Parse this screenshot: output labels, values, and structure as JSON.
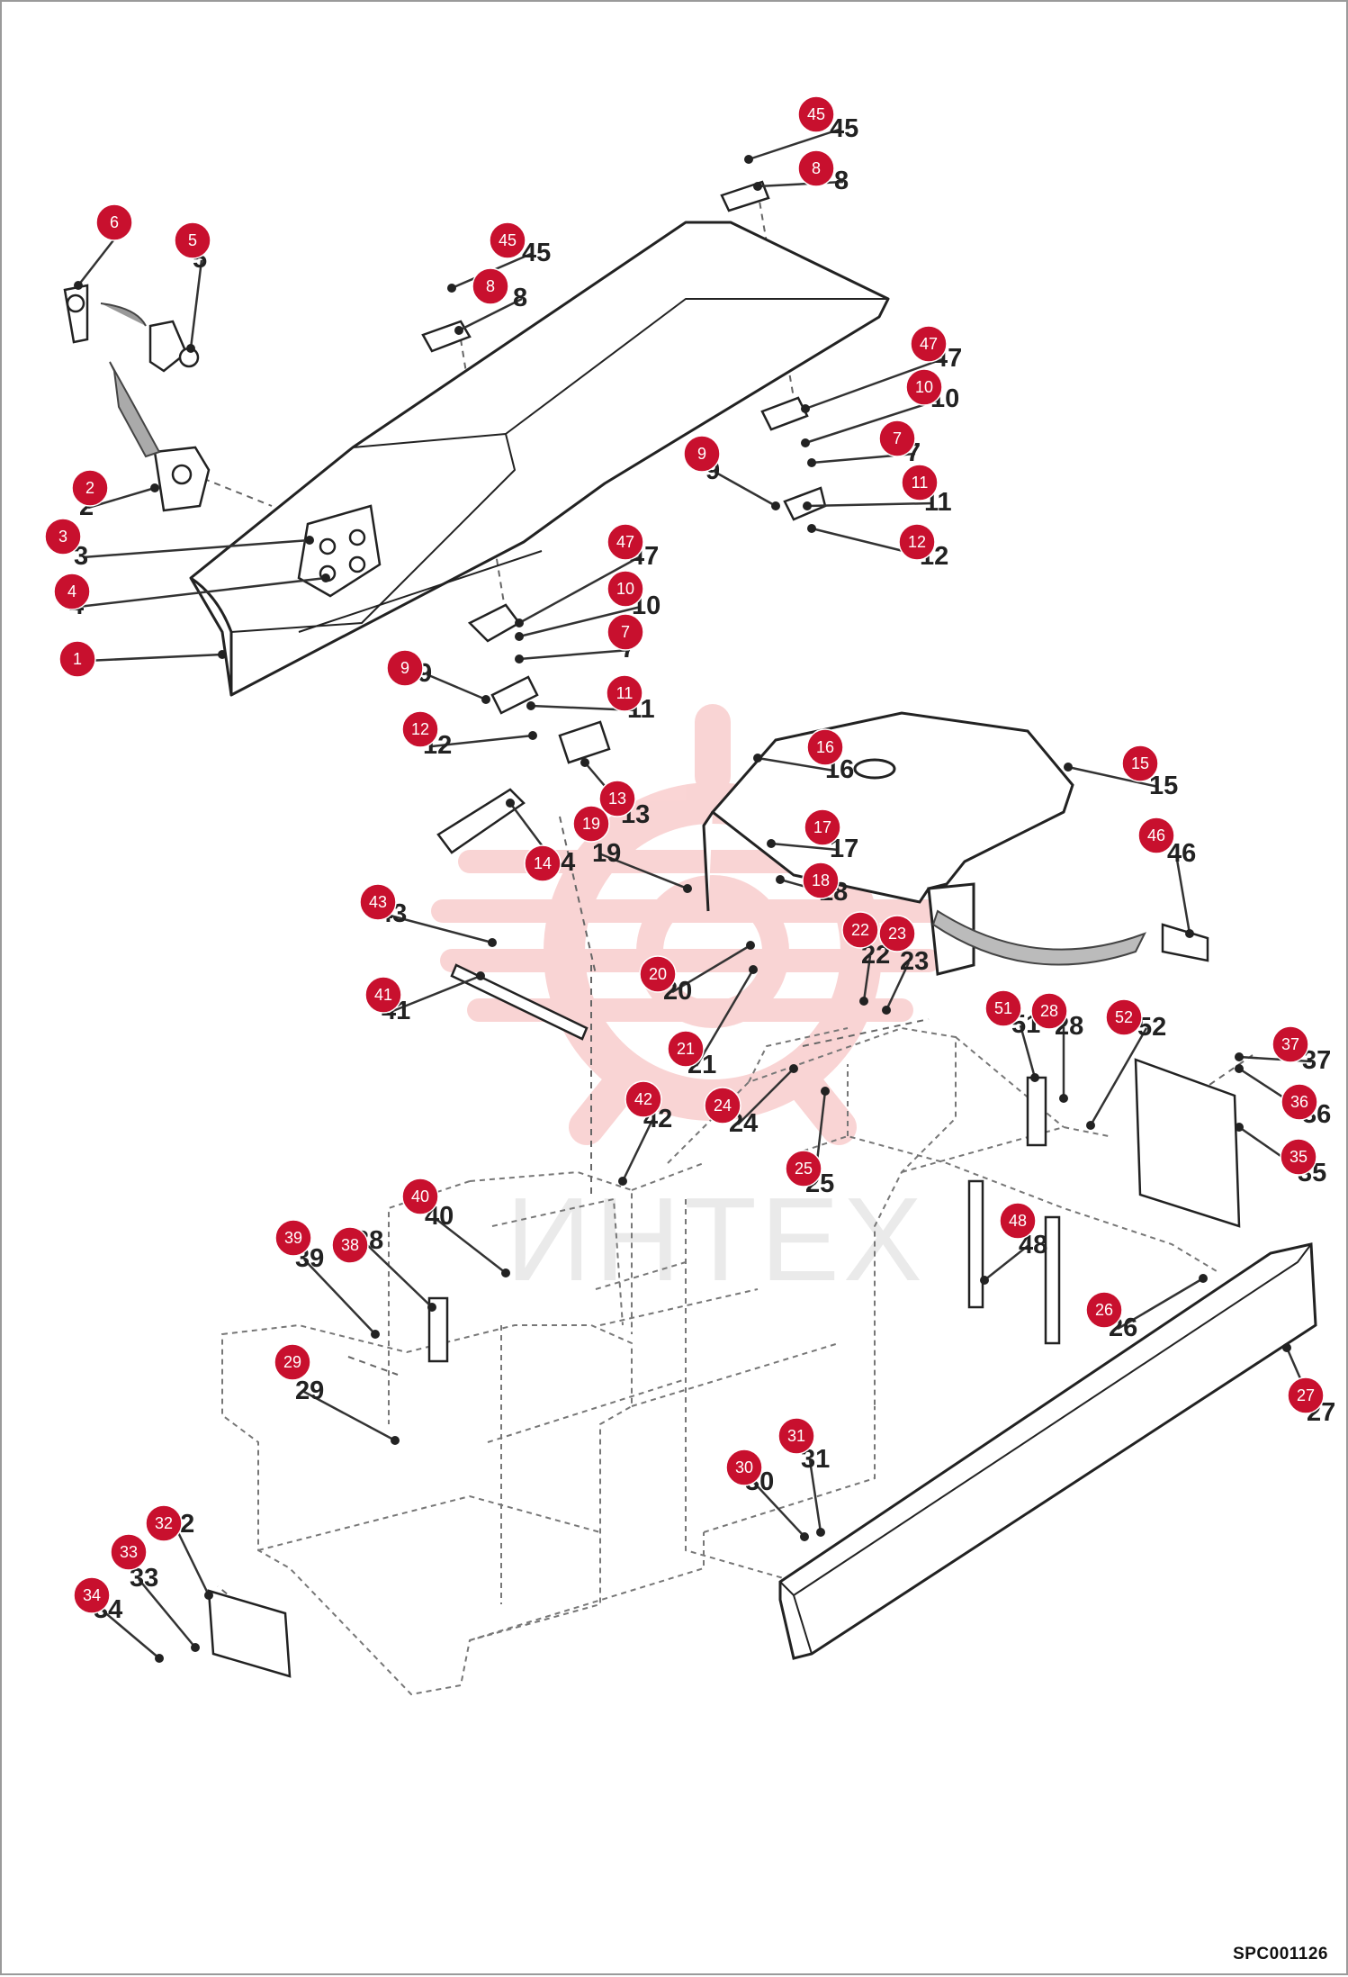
{
  "watermark": {
    "text": "ИНТЕХ",
    "color": "#e8413f"
  },
  "accent_color": "#c8102e",
  "footer": {
    "code": "SPC001126"
  },
  "callouts": [
    {
      "n": "45",
      "ref": "45"
    },
    {
      "n": "8",
      "ref": "8"
    },
    {
      "n": "6",
      "ref": "6"
    },
    {
      "n": "5",
      "ref": "5"
    },
    {
      "n": "45",
      "ref": "45"
    },
    {
      "n": "8",
      "ref": "8"
    },
    {
      "n": "47",
      "ref": "47"
    },
    {
      "n": "10",
      "ref": "10"
    },
    {
      "n": "9",
      "ref": "9"
    },
    {
      "n": "7",
      "ref": "7"
    },
    {
      "n": "2",
      "ref": "2"
    },
    {
      "n": "11",
      "ref": "11"
    },
    {
      "n": "3",
      "ref": "3"
    },
    {
      "n": "12",
      "ref": "12"
    },
    {
      "n": "4",
      "ref": "4"
    },
    {
      "n": "47",
      "ref": "47"
    },
    {
      "n": "10",
      "ref": "10"
    },
    {
      "n": "7",
      "ref": "7"
    },
    {
      "n": "1",
      "ref": "1"
    },
    {
      "n": "9",
      "ref": "9"
    },
    {
      "n": "11",
      "ref": "11"
    },
    {
      "n": "12",
      "ref": "12"
    },
    {
      "n": "16",
      "ref": "16"
    },
    {
      "n": "15",
      "ref": "15"
    },
    {
      "n": "13",
      "ref": "13"
    },
    {
      "n": "17",
      "ref": "17"
    },
    {
      "n": "19",
      "ref": "19"
    },
    {
      "n": "46",
      "ref": "46"
    },
    {
      "n": "14",
      "ref": "14"
    },
    {
      "n": "18",
      "ref": "18"
    },
    {
      "n": "43",
      "ref": "43"
    },
    {
      "n": "22",
      "ref": "22"
    },
    {
      "n": "23",
      "ref": "23"
    },
    {
      "n": "20",
      "ref": "20"
    },
    {
      "n": "41",
      "ref": "41"
    },
    {
      "n": "21",
      "ref": "21"
    },
    {
      "n": "51",
      "ref": "51"
    },
    {
      "n": "28",
      "ref": "28"
    },
    {
      "n": "52",
      "ref": "52"
    },
    {
      "n": "37",
      "ref": "37"
    },
    {
      "n": "42",
      "ref": "42"
    },
    {
      "n": "24",
      "ref": "24"
    },
    {
      "n": "36",
      "ref": "36"
    },
    {
      "n": "25",
      "ref": "25"
    },
    {
      "n": "35",
      "ref": "35"
    },
    {
      "n": "40",
      "ref": "40"
    },
    {
      "n": "48",
      "ref": "48"
    },
    {
      "n": "39",
      "ref": "39"
    },
    {
      "n": "38",
      "ref": "38"
    },
    {
      "n": "26",
      "ref": "26"
    },
    {
      "n": "29",
      "ref": "29"
    },
    {
      "n": "27",
      "ref": "27"
    },
    {
      "n": "31",
      "ref": "31"
    },
    {
      "n": "30",
      "ref": "30"
    },
    {
      "n": "32",
      "ref": "32"
    },
    {
      "n": "33",
      "ref": "33"
    },
    {
      "n": "34",
      "ref": "34"
    }
  ]
}
